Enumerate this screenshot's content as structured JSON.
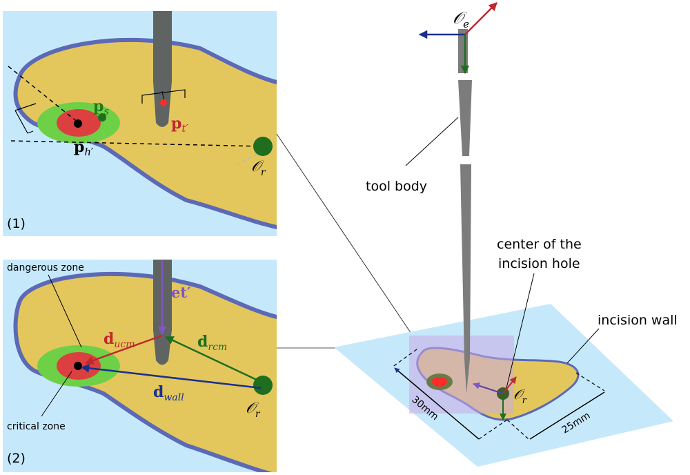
{
  "colors": {
    "background_blue": "#c6e8fb",
    "tissue_yellow": "#e3c75d",
    "tissue_outline": "#5b69b6",
    "dangerous_green": "#6ed046",
    "critical_red": "#db3f3f",
    "tool_gray": "#7c7c7c",
    "rcm_green": "#1e6e1e",
    "navy": "#1c2f8c",
    "dark_red": "#c0282d",
    "purple": "#7e57c2",
    "highlight_purple": "#c9a9e6"
  },
  "panel1": {
    "label": "(1)",
    "p_s": {
      "main": "p",
      "sub": "s"
    },
    "p_t": {
      "main": "p",
      "sub": "t′"
    },
    "p_h": {
      "main": "p",
      "sub": "h′"
    },
    "o_r": {
      "main": "𝒪",
      "sub": "r"
    }
  },
  "panel2": {
    "label": "(2)",
    "dangerous_zone": "dangerous zone",
    "critical_zone": "critical zone",
    "et": "et′",
    "d_ucm": {
      "main": "d",
      "sub": "ucm"
    },
    "d_rcm": {
      "main": "d",
      "sub": "rcm"
    },
    "d_wall": {
      "main": "d",
      "sub": "wall"
    },
    "o_r": {
      "main": "𝒪",
      "sub": "r"
    }
  },
  "main": {
    "o_e": {
      "main": "𝒪",
      "sub": "e"
    },
    "tool_body": "tool body",
    "center_line1": "center of the",
    "center_line2": "incision hole",
    "incision_wall": "incision wall",
    "dim_30": "30mm",
    "dim_25": "25mm",
    "o_r": {
      "main": "𝒪",
      "sub": "r"
    }
  }
}
